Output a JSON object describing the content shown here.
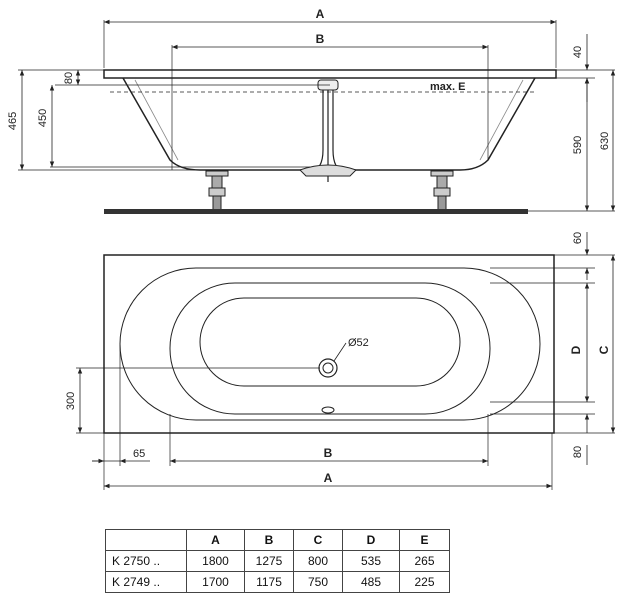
{
  "side_view": {
    "label_A": "A",
    "label_B": "B",
    "label_max": "max. E",
    "dim_40": "40",
    "dim_590": "590",
    "dim_630": "630",
    "dim_80": "80",
    "dim_450": "450",
    "dim_465": "465"
  },
  "top_view": {
    "label_A": "A",
    "label_B": "B",
    "label_C": "C",
    "label_D": "D",
    "drain": "Ø52",
    "dim_60": "60",
    "dim_80": "80",
    "dim_300": "300",
    "dim_65": "65"
  },
  "table": {
    "headers": [
      "",
      "A",
      "B",
      "C",
      "D",
      "E"
    ],
    "rows": [
      {
        "model": "K 2750 ..",
        "values": [
          "1800",
          "1275",
          "800",
          "535",
          "265"
        ]
      },
      {
        "model": "K 2749 ..",
        "values": [
          "1700",
          "1175",
          "750",
          "485",
          "225"
        ]
      }
    ]
  }
}
